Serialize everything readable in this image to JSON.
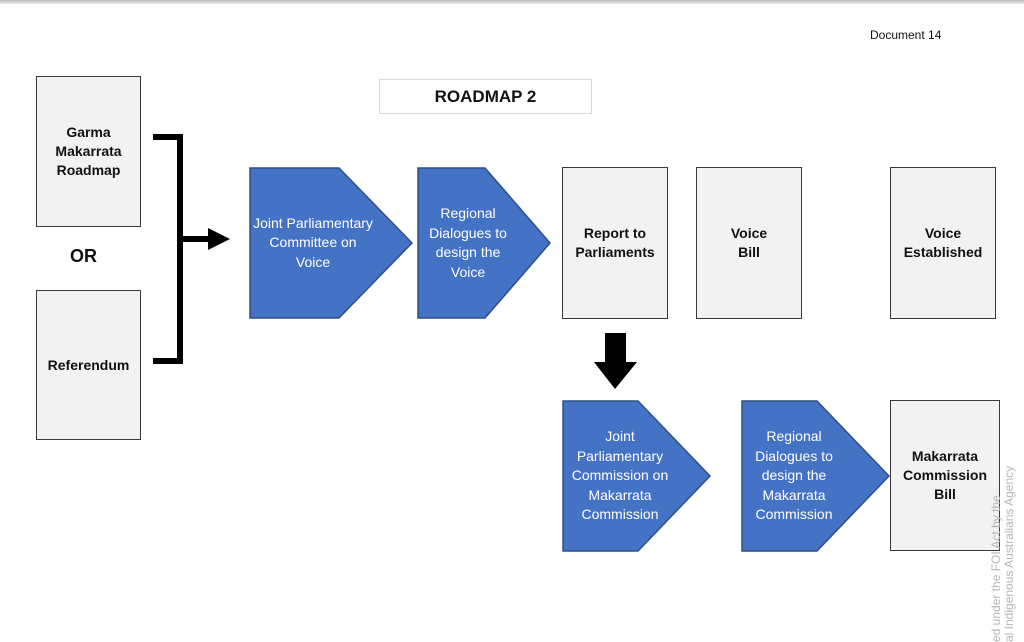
{
  "document_label": "Document 14",
  "title": "ROADMAP 2",
  "colors": {
    "chevron_fill": "#4472c4",
    "chevron_stroke": "#2f4f86",
    "box_fill": "#f2f2f2",
    "box_stroke": "#3a3a3a",
    "arrow": "#000000",
    "watermark": "#b5b5b5"
  },
  "inputs": {
    "option_1": "Garma Makarrata Roadmap",
    "or_label": "OR",
    "option_2": "Referendum"
  },
  "voice_track": {
    "step_1": "Joint Parliamentary Committee on Voice",
    "step_2": "Regional Dialogues to design the Voice",
    "step_3": "Report to Parliaments",
    "step_4": "Voice Bill",
    "step_5": "Voice Established"
  },
  "makarrata_track": {
    "step_1": "Joint Parliamentary Commission on Makarrata Commission",
    "step_2": "Regional Dialogues to design the Makarrata Commission",
    "step_3": "Makarrata Commission Bill"
  },
  "watermark": {
    "line_1": "ed under the FOI Act by the",
    "line_2": "al Indigenous Australians Agency"
  }
}
